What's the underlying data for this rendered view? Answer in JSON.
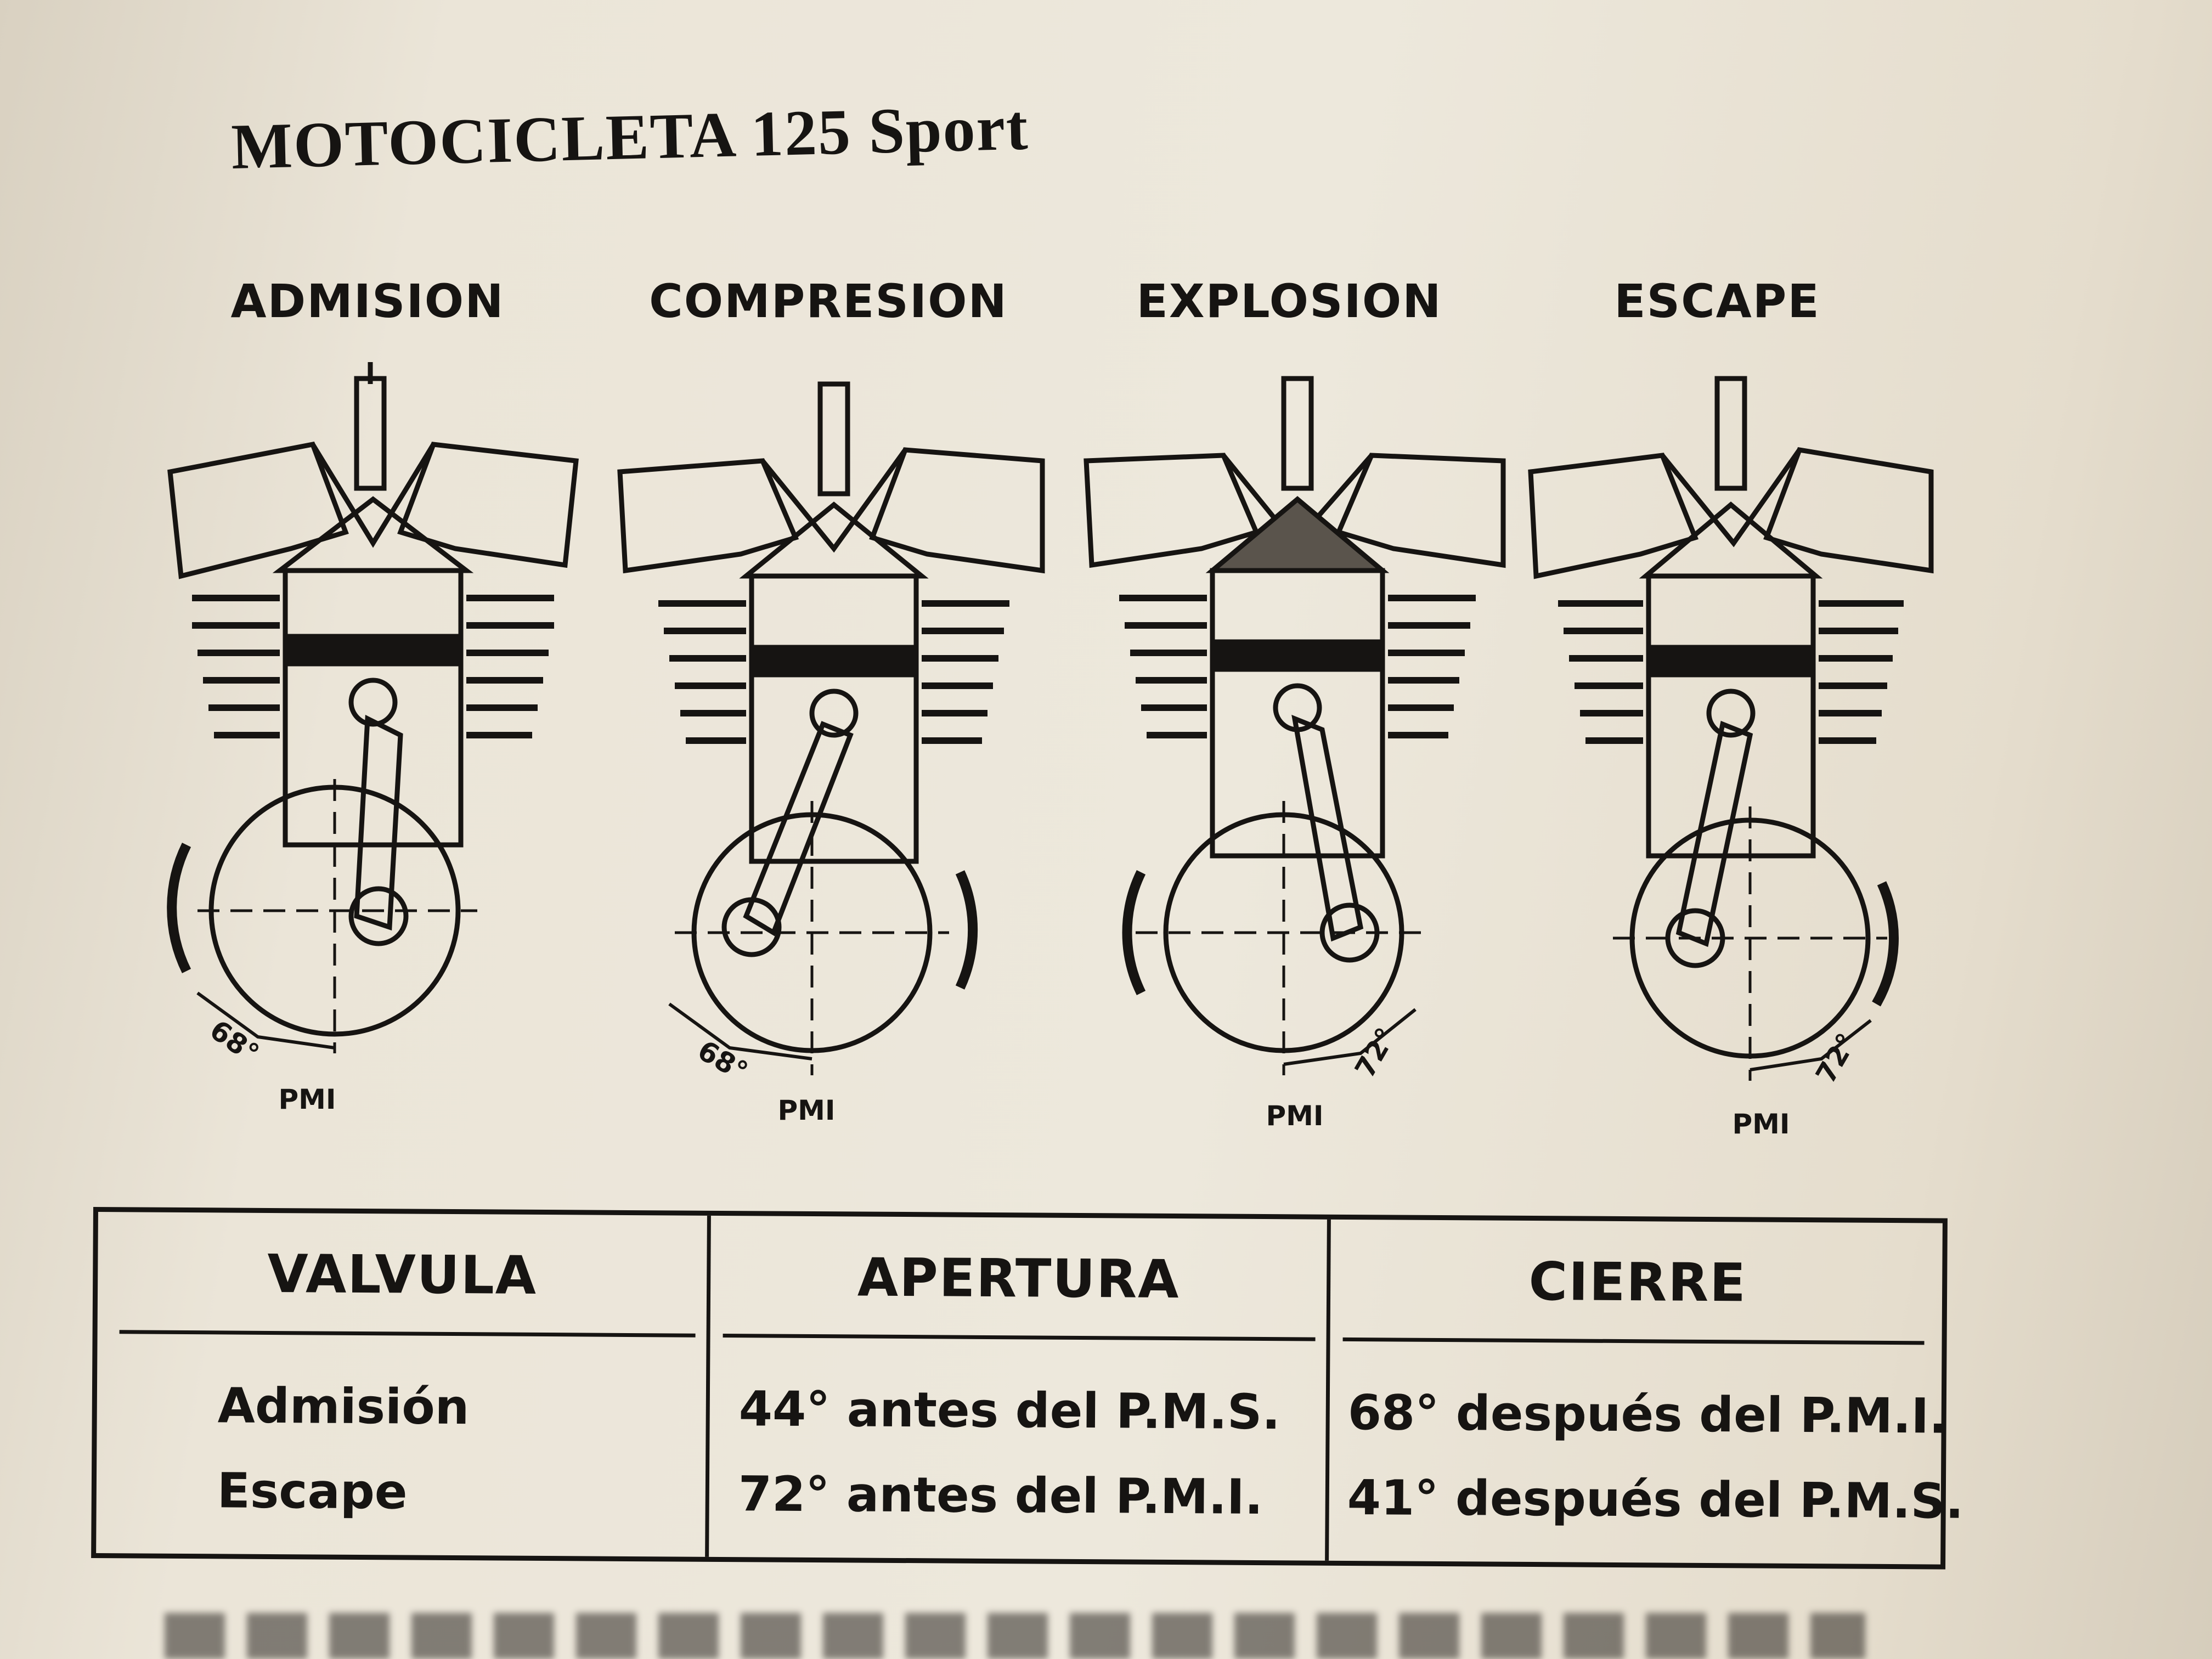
{
  "document": {
    "title": "MOTOCICLETA 125 Sport",
    "stages": [
      {
        "label": "ADMISION",
        "pmi": "PMI",
        "angle": "68°"
      },
      {
        "label": "COMPRESION",
        "pmi": "PMI",
        "angle": "68°"
      },
      {
        "label": "EXPLOSION",
        "pmi": "PMI",
        "angle": "72°"
      },
      {
        "label": "ESCAPE",
        "pmi": "PMI",
        "angle": "72°"
      }
    ],
    "table": {
      "headers": [
        "VALVULA",
        "APERTURA",
        "CIERRE"
      ],
      "rows": [
        [
          "Admisión",
          "44° antes del P.M.S.",
          "68° después del P.M.I."
        ],
        [
          "Escape",
          "72° antes del P.M.I.",
          "41° después del P.M.S."
        ]
      ]
    }
  }
}
